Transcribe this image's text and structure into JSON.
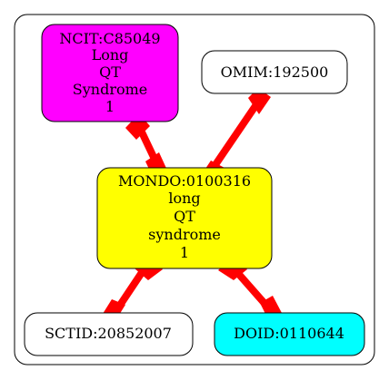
{
  "colors": {
    "edge": "#ff0000",
    "ncit_fill": "#ff00ff",
    "mondo_fill": "#ffff00",
    "doid_fill": "#00ffff",
    "plain_fill": "#ffffff",
    "stroke": "#000000"
  },
  "nodes": {
    "ncit": {
      "lines": [
        "NCIT:C85049",
        "Long",
        "QT",
        "Syndrome",
        "1"
      ]
    },
    "omim": {
      "label": "OMIM:192500"
    },
    "mondo": {
      "lines": [
        "MONDO:0100316",
        "long",
        "QT",
        "syndrome",
        "1"
      ]
    },
    "sctid": {
      "label": "SCTID:20852007"
    },
    "doid": {
      "label": "DOID:0110644"
    }
  }
}
